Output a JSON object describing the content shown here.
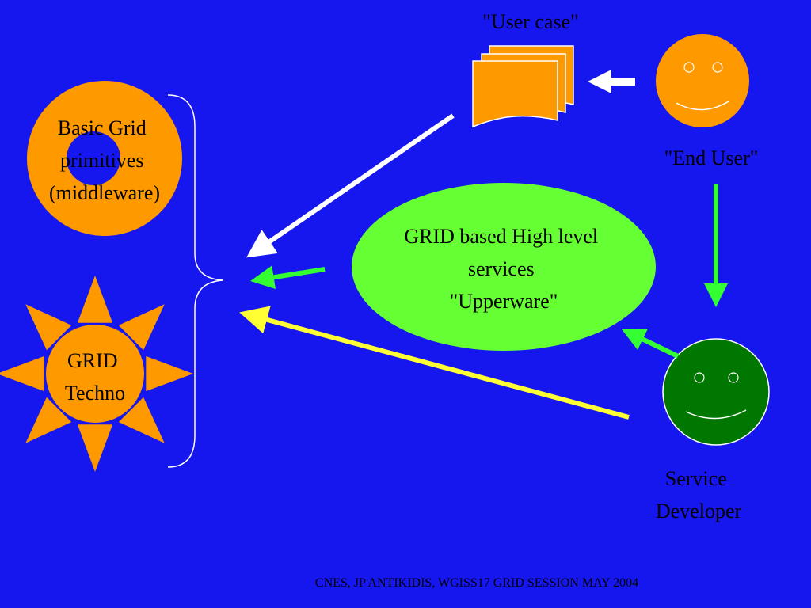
{
  "colors": {
    "background": "#1616ee",
    "orange": "#ff9900",
    "light_green": "#66ff33",
    "dark_green": "#007700",
    "white": "#ffffff",
    "yellow": "#ffff33",
    "bright_green": "#33ff33"
  },
  "labels": {
    "user_case": "\"User case\"",
    "end_user": "\"End User\"",
    "basic_grid": [
      "Basic Grid",
      "primitives",
      "(middleware)"
    ],
    "grid_techno": [
      "GRID",
      "Techno"
    ],
    "upperware": [
      "GRID based High level",
      "services",
      "\"Upperware\""
    ],
    "service_developer": [
      "Service",
      "Developer"
    ]
  },
  "icons": {
    "user_case": "document-stack-icon",
    "end_user": "smiley-face-icon",
    "service_developer": "smiley-face-icon",
    "basic_grid": "ring-icon",
    "grid_techno": "sun-icon"
  },
  "footer": "CNES, JP ANTIKIDIS, WGISS17 GRID SESSION MAY  2004"
}
